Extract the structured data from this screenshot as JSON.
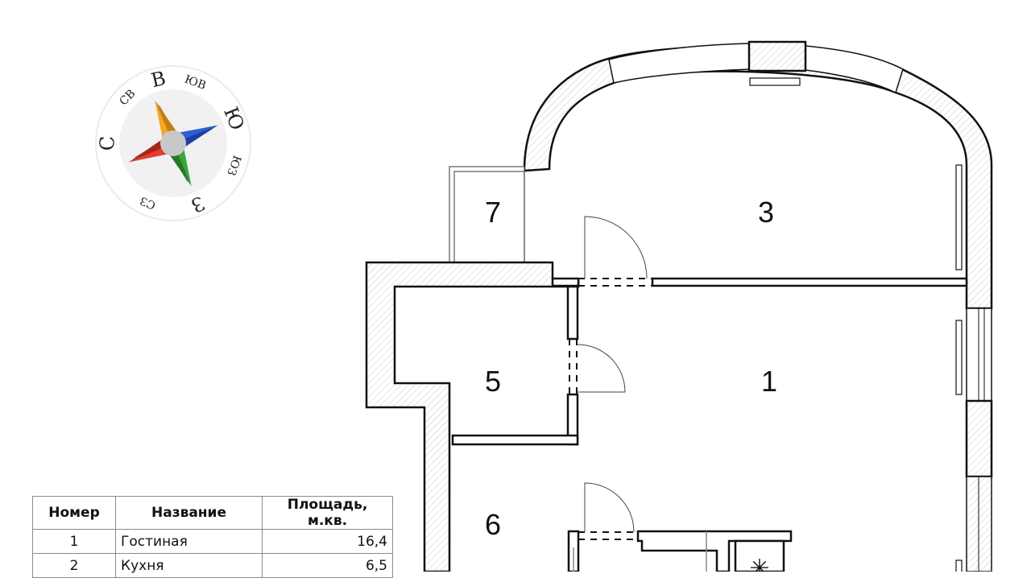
{
  "compass": {
    "directions": [
      {
        "label": "С",
        "color": "#d0021b"
      },
      {
        "label": "СВ",
        "color": "#222222"
      },
      {
        "label": "В",
        "color": "#222222"
      },
      {
        "label": "ЮВ",
        "color": "#222222"
      },
      {
        "label": "Ю",
        "color": "#222222"
      },
      {
        "label": "ЮЗ",
        "color": "#222222"
      },
      {
        "label": "З",
        "color": "#222222"
      },
      {
        "label": "СЗ",
        "color": "#222222"
      }
    ],
    "needle_colors": {
      "north": "#e63b2e",
      "east": "#f5a623",
      "south": "#2b5fd9",
      "west": "#3aa53a",
      "minor": "#6d6d6d",
      "hub": "#c8c8c8"
    }
  },
  "rooms": [
    {
      "label": "7"
    },
    {
      "label": "3"
    },
    {
      "label": "5"
    },
    {
      "label": "1"
    },
    {
      "label": "6"
    }
  ],
  "vent_symbol": "✳",
  "table": {
    "headers": [
      "Номер",
      "Название",
      "Площадь, м.кв."
    ],
    "rows": [
      {
        "num": "1",
        "name": "Гостиная",
        "area": "16,4"
      },
      {
        "num": "2",
        "name": "Кухня",
        "area": "6,5"
      }
    ]
  }
}
